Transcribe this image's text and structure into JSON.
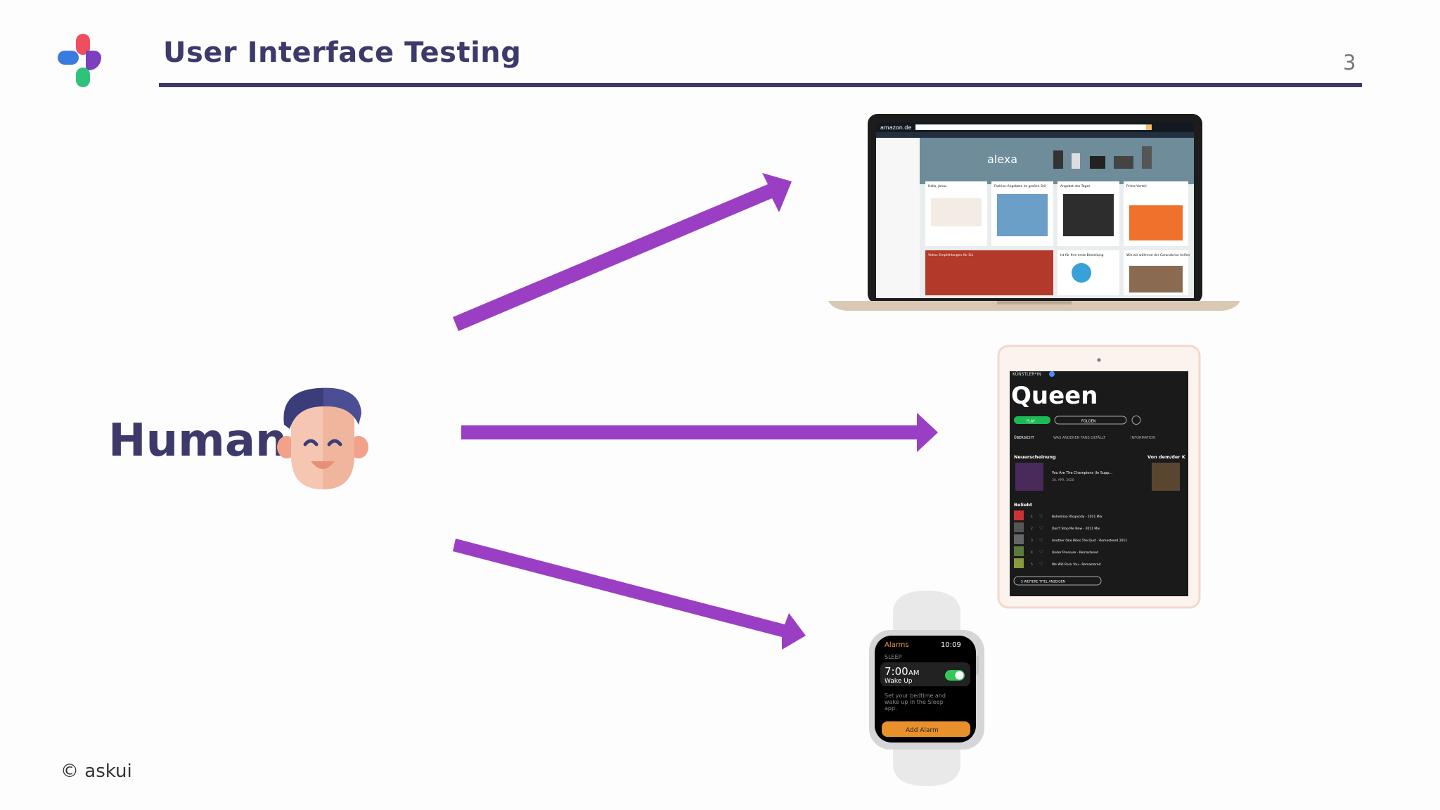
{
  "slide": {
    "title": "User Interface Testing",
    "page_number": "3",
    "copyright": "© askui",
    "human_label": "Human",
    "accent_color": "#9a3fc4",
    "title_color": "#3d3a6b"
  },
  "laptop": {
    "brand": "amazon.de",
    "hero": "alexa",
    "cards": [
      "Hallo, Jonas",
      "Fashion-Angebote im großen Stil",
      "Angebot des Tages",
      "Prime-Vorteil",
      "Video: Empfehlungen für Sie",
      "Ist für Ihre erste Bestellung",
      "Wie wir während der Coronakrise helfen"
    ]
  },
  "tablet": {
    "artist_tag": "KÜNSTLER*IN",
    "artist": "Queen",
    "play": "PLAY",
    "follow": "FOLGEN",
    "tabs": [
      "ÜBERSICHT",
      "WAS ANDEREN FANS GEFÄLLT",
      "INFORMATION"
    ],
    "new_release_heading": "Neuerscheinung",
    "from_heading": "Von dem/der K",
    "release_title": "You Are The Champions (In Supp...",
    "release_date": "30. APR. 2020",
    "popular_heading": "Beliebt",
    "tracks": [
      {
        "n": "1",
        "title": "Bohemian Rhapsody - 2011 Mix"
      },
      {
        "n": "2",
        "title": "Don't Stop Me Now - 2011 Mix"
      },
      {
        "n": "3",
        "title": "Another One Bites The Dust - Remastered 2011"
      },
      {
        "n": "4",
        "title": "Under Pressure - Remastered"
      },
      {
        "n": "5",
        "title": "We Will Rock You - Remastered"
      }
    ],
    "more_button": "5 WEITERE TITEL ANZEIGEN"
  },
  "watch": {
    "app": "Alarms",
    "time": "10:09",
    "section": "SLEEP",
    "alarm_time": "7:00",
    "alarm_ampm": "AM",
    "alarm_label": "Wake Up",
    "note_line1": "Set your bedtime and",
    "note_line2": "wake up in the Sleep",
    "note_line3": "app.",
    "add_button": "Add Alarm"
  }
}
